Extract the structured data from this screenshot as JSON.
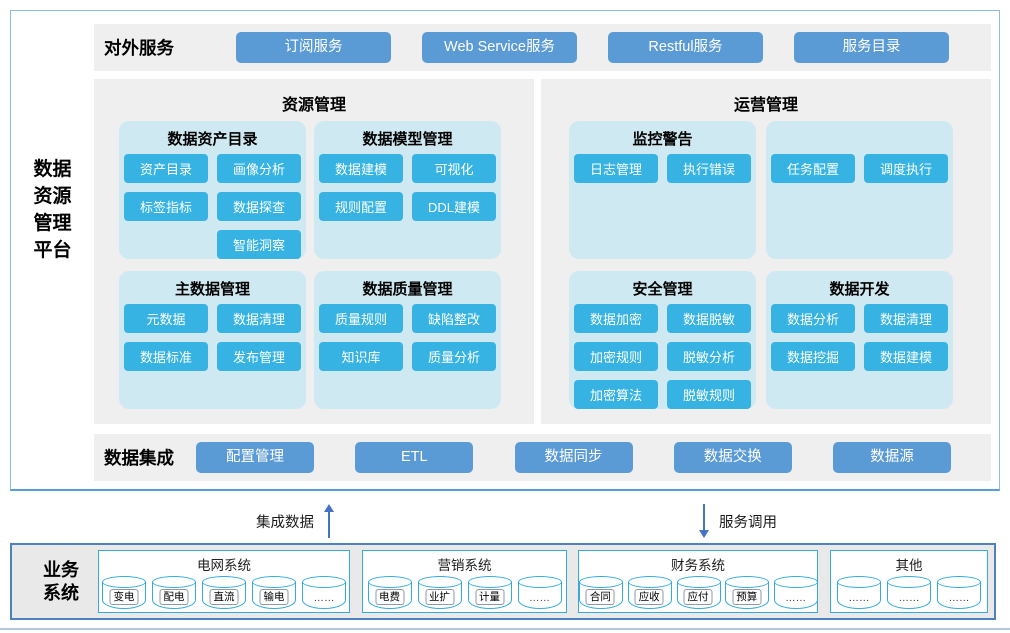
{
  "platform": {
    "side_title_lines": [
      "数据",
      "资源",
      "管理",
      "平台"
    ],
    "external": {
      "label": "对外服务",
      "buttons": [
        "订阅服务",
        "Web Service服务",
        "Restful服务",
        "服务目录"
      ]
    },
    "resource": {
      "title": "资源管理",
      "boxes": [
        {
          "title": "数据资产目录",
          "items": [
            {
              "label": "资产目录",
              "cls": "sbtn"
            },
            {
              "label": "画像分析",
              "cls": "sbtn"
            },
            {
              "label": "标签指标",
              "cls": "sbtn"
            },
            {
              "label": "数据探查",
              "cls": "sbtn"
            },
            {
              "label": "智能洞察",
              "cls": "sbtn col2"
            }
          ]
        },
        {
          "title": "数据模型管理",
          "items": [
            {
              "label": "数据建模",
              "cls": "sbtn"
            },
            {
              "label": "可视化",
              "cls": "sbtn"
            },
            {
              "label": "规则配置",
              "cls": "sbtn"
            },
            {
              "label": "DDL建模",
              "cls": "sbtn"
            }
          ]
        },
        {
          "title": "主数据管理",
          "items": [
            {
              "label": "元数据",
              "cls": "sbtn"
            },
            {
              "label": "数据清理",
              "cls": "sbtn"
            },
            {
              "label": "数据标准",
              "cls": "sbtn"
            },
            {
              "label": "发布管理",
              "cls": "sbtn"
            }
          ]
        },
        {
          "title": "数据质量管理",
          "items": [
            {
              "label": "质量规则",
              "cls": "sbtn"
            },
            {
              "label": "缺陷整改",
              "cls": "sbtn"
            },
            {
              "label": "知识库",
              "cls": "sbtn"
            },
            {
              "label": "质量分析",
              "cls": "sbtn"
            }
          ]
        }
      ]
    },
    "operation": {
      "title": "运营管理",
      "boxes": [
        {
          "title": "监控警告",
          "items": [
            {
              "label": "日志管理",
              "cls": "sbtn"
            },
            {
              "label": "执行错误",
              "cls": "sbtn"
            }
          ]
        },
        {
          "title": "",
          "items": [
            {
              "label": "任务配置",
              "cls": "sbtn"
            },
            {
              "label": "调度执行",
              "cls": "sbtn"
            }
          ]
        },
        {
          "title": "安全管理",
          "items": [
            {
              "label": "数据加密",
              "cls": "sbtn"
            },
            {
              "label": "数据脱敏",
              "cls": "sbtn"
            },
            {
              "label": "加密规则",
              "cls": "sbtn"
            },
            {
              "label": "脱敏分析",
              "cls": "sbtn"
            },
            {
              "label": "加密算法",
              "cls": "sbtn"
            },
            {
              "label": "脱敏规则",
              "cls": "sbtn"
            }
          ]
        },
        {
          "title": "数据开发",
          "items": [
            {
              "label": "数据分析",
              "cls": "sbtn"
            },
            {
              "label": "数据清理",
              "cls": "sbtn"
            },
            {
              "label": "数据挖掘",
              "cls": "sbtn"
            },
            {
              "label": "数据建模",
              "cls": "sbtn"
            }
          ]
        }
      ]
    },
    "integration": {
      "label": "数据集成",
      "buttons": [
        "配置管理",
        "ETL",
        "数据同步",
        "数据交换",
        "数据源"
      ]
    }
  },
  "arrows": {
    "up_label": "集成数据",
    "down_label": "服务调用"
  },
  "business": {
    "side_title_lines": [
      "业务",
      "系统"
    ],
    "groups": [
      {
        "title": "电网系统",
        "items": [
          {
            "label": "变电",
            "cls": "cyl-label"
          },
          {
            "label": "配电",
            "cls": "cyl-label"
          },
          {
            "label": "直流",
            "cls": "cyl-label"
          },
          {
            "label": "输电",
            "cls": "cyl-label"
          },
          {
            "label": "……",
            "cls": "cyl-label plain"
          }
        ]
      },
      {
        "title": "营销系统",
        "items": [
          {
            "label": "电费",
            "cls": "cyl-label"
          },
          {
            "label": "业扩",
            "cls": "cyl-label"
          },
          {
            "label": "计量",
            "cls": "cyl-label"
          },
          {
            "label": "……",
            "cls": "cyl-label plain"
          }
        ]
      },
      {
        "title": "财务系统",
        "items": [
          {
            "label": "合同",
            "cls": "cyl-label"
          },
          {
            "label": "应收",
            "cls": "cyl-label"
          },
          {
            "label": "应付",
            "cls": "cyl-label"
          },
          {
            "label": "预算",
            "cls": "cyl-label"
          },
          {
            "label": "……",
            "cls": "cyl-label plain"
          }
        ]
      },
      {
        "title": "其他",
        "items": [
          {
            "label": "……",
            "cls": "cyl-label plain"
          },
          {
            "label": "……",
            "cls": "cyl-label plain"
          },
          {
            "label": "……",
            "cls": "cyl-label plain"
          }
        ]
      }
    ]
  },
  "colors": {
    "big_button": "#5b9bd5",
    "small_button": "#36b3e3",
    "subbox_bg": "#cfe9f2",
    "band_bg": "#efefef",
    "business_border": "#4f81bd",
    "cylinder_stroke": "#35aadc",
    "arrow": "#4472c4"
  }
}
